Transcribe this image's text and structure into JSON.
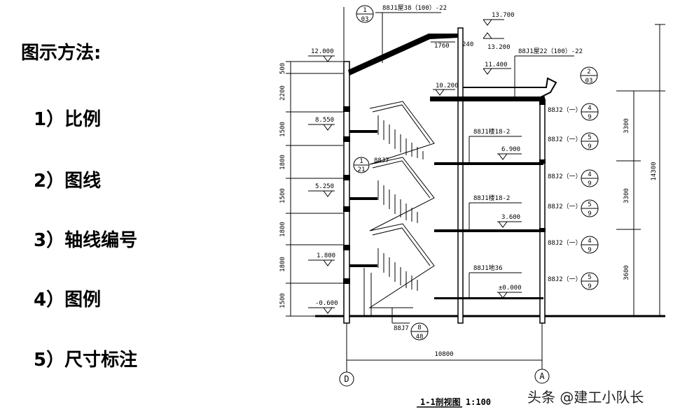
{
  "heading": "图示方法:",
  "items": [
    "1）比例",
    "2）图线",
    "3）轴线编号",
    "4）图例",
    "5）尺寸标注"
  ],
  "drawing": {
    "caption": "1-1剖视图  1:100",
    "axis_left": "D",
    "axis_right": "A",
    "overall_width": "10800",
    "overall_height": "14300",
    "elevations": {
      "e13700": "13.700",
      "e13200": "13.200",
      "e12000": "12.000",
      "e11400": "11.400",
      "e10200": "10.200",
      "e8550": "8.550",
      "e6900": "6.900",
      "e5250": "5.250",
      "e3600": "3.600",
      "e1800": "1.800",
      "e0": "±0.000",
      "em600": "-0.600"
    },
    "left_dims": [
      "500",
      "2200",
      "1500",
      "1800",
      "1500",
      "1800",
      "1800",
      "1500"
    ],
    "right_dims": [
      "3300",
      "3300",
      "3600"
    ],
    "notes": {
      "roof_top": "88J1屋38（100）-22",
      "roof_right": "88J1屋22（100）-22",
      "floor1": "88J1楼18-2",
      "floor2": "88J1楼18-2",
      "ground": "88J1地36",
      "stair_ref": "88J7",
      "stair_bottom": "88J7",
      "dim_1760": "1760",
      "dim_240": "240"
    },
    "details": {
      "top_num": "1",
      "top_den": "03",
      "right_num": "2",
      "right_den": "03",
      "stair_num": "1",
      "stair_den": "21",
      "bottom_num": "8",
      "bottom_den": "48"
    },
    "window_labels": [
      "88J2（一）",
      "88J2（一）",
      "88J2（一）",
      "88J2（一）",
      "88J2（一）",
      "88J2（一）"
    ],
    "window_details": [
      {
        "num": "4",
        "den": "9"
      },
      {
        "num": "5",
        "den": "9"
      },
      {
        "num": "4",
        "den": "9"
      },
      {
        "num": "5",
        "den": "9"
      },
      {
        "num": "4",
        "den": "9"
      },
      {
        "num": "5",
        "den": "9"
      }
    ]
  },
  "watermark": "头条 @建工小队长"
}
